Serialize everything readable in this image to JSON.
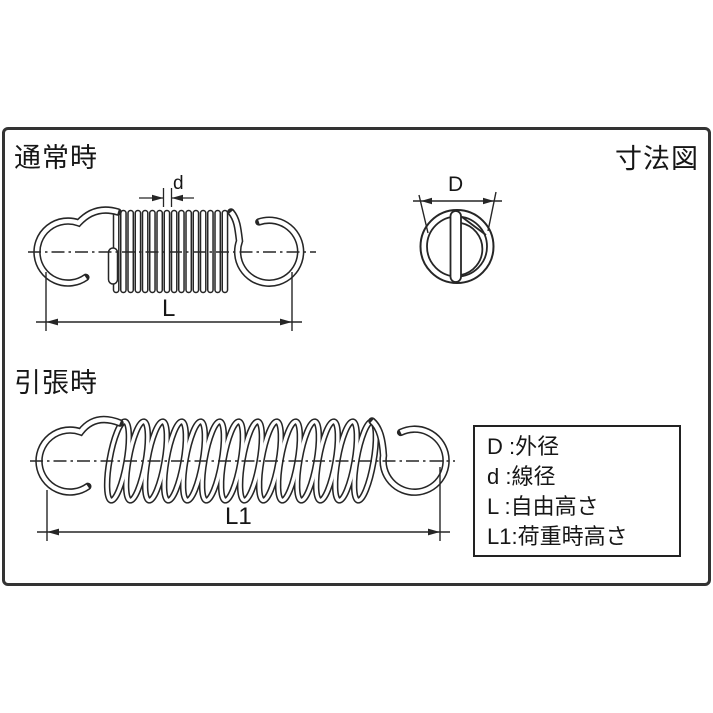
{
  "headings": {
    "normal_state": "通常時",
    "drawing_title": "寸法図",
    "stretched_state": "引張時"
  },
  "dims": {
    "wire_diameter": "d",
    "outer_diameter": "D",
    "free_length": "L",
    "loaded_length": "L1"
  },
  "legend": {
    "lines": [
      "D :外径",
      "d :線径",
      "L :自由高さ",
      "L1:荷重時高さ"
    ]
  },
  "colors": {
    "background": "#ffffff",
    "line": "#262626",
    "frame_border": "#333333"
  }
}
